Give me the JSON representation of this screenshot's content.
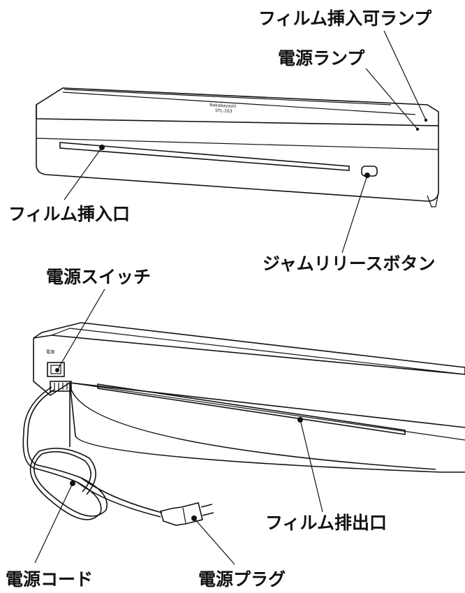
{
  "labels": {
    "film_ready_lamp": "フィルム挿入可ランプ",
    "power_lamp": "電源ランプ",
    "film_inlet": "フィルム挿入口",
    "jam_release_button": "ジャムリリースボタン",
    "power_switch": "電源スイッチ",
    "film_outlet": "フィルム排出口",
    "power_cord": "電源コード",
    "power_plug": "電源プラグ"
  },
  "device": {
    "brand": "Nakabayashi",
    "model": "STL-103",
    "switch_label": "電源"
  }
}
